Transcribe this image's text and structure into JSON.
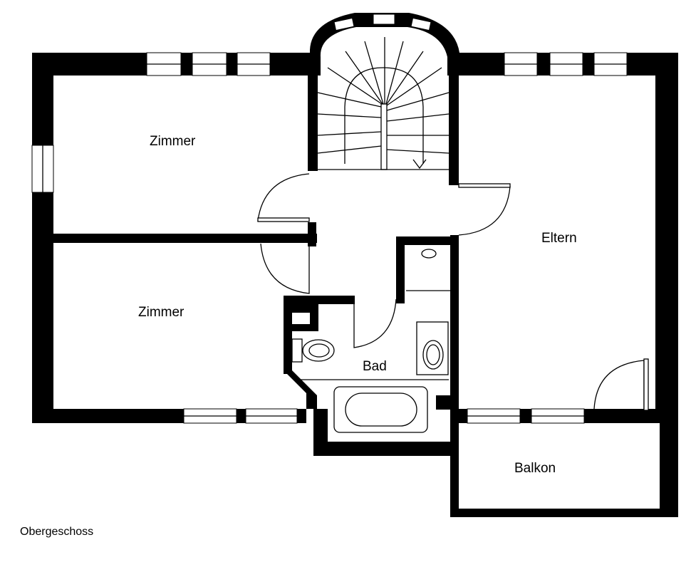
{
  "plan": {
    "caption": "Obergeschoss",
    "rooms": {
      "zimmer_top": "Zimmer",
      "zimmer_bottom": "Zimmer",
      "eltern": "Eltern",
      "bad": "Bad",
      "balkon": "Balkon"
    }
  }
}
